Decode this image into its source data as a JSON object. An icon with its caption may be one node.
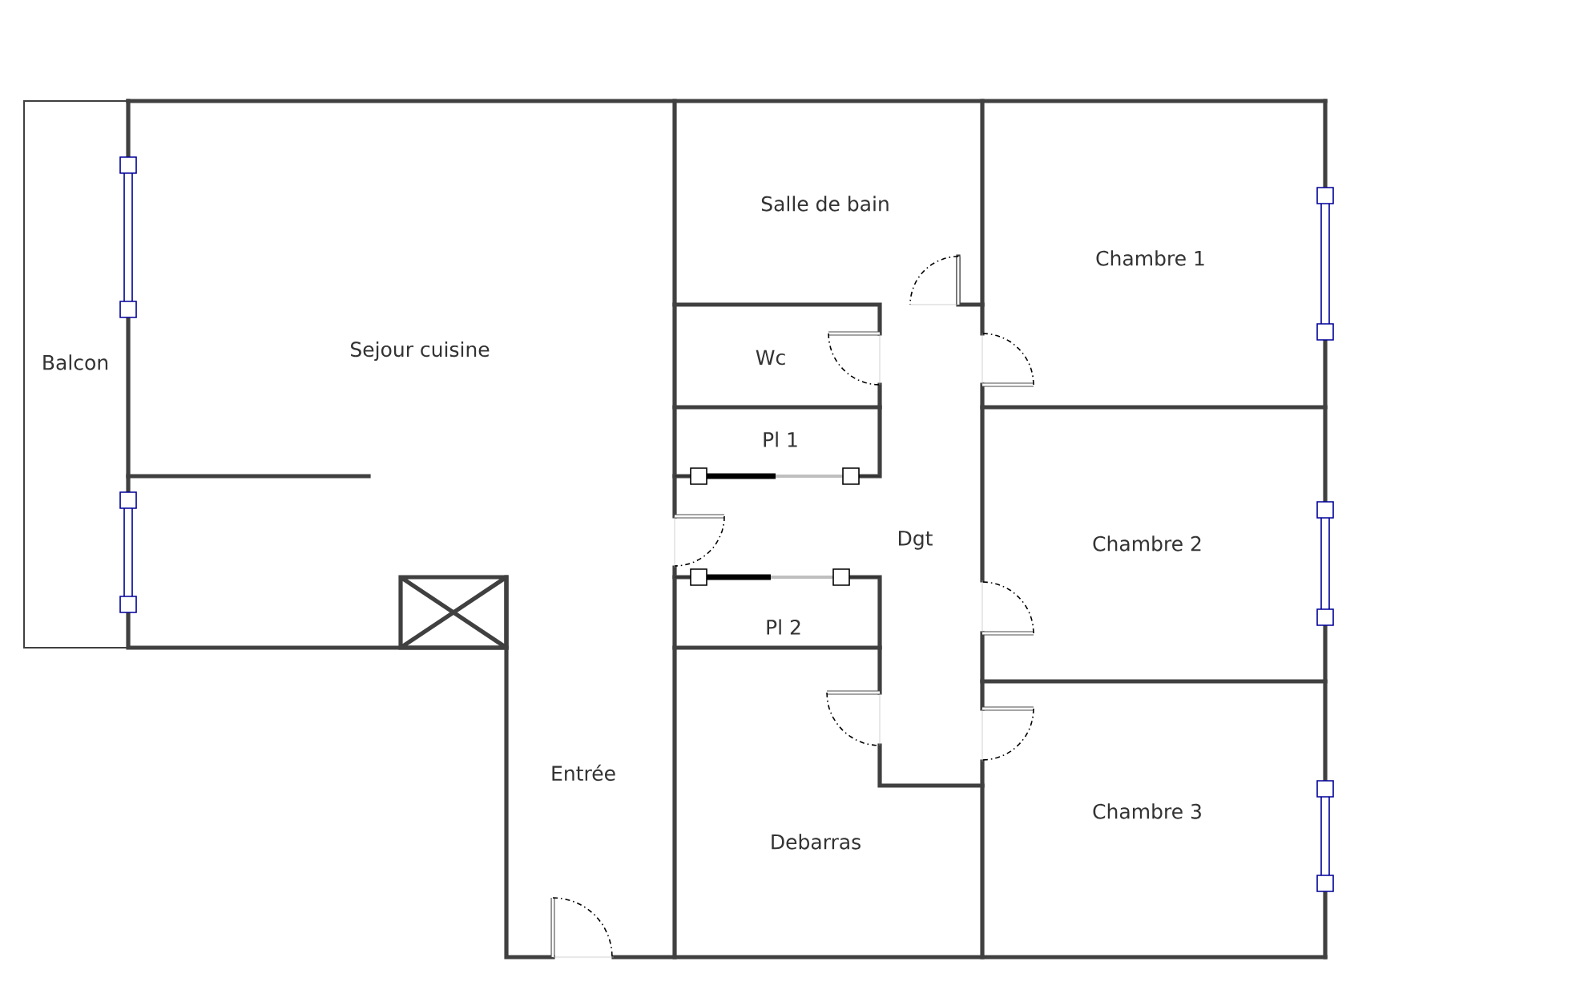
{
  "diagram": {
    "nodes": [
      {
        "text": [
          "Salle de bain"
        ]
      },
      {
        "text": [
          "Chambre 1"
        ]
      },
      {
        "text": [
          "Sejour cuisine"
        ]
      },
      {
        "text": [
          "Wc"
        ]
      },
      {
        "text": [
          "Balcon"
        ]
      },
      {
        "text": [
          "Pl 1"
        ]
      },
      {
        "text": [
          "Dgt"
        ]
      },
      {
        "text": [
          "Chambre 2"
        ]
      },
      {
        "text": [
          "Pl 2"
        ]
      },
      {
        "text": [
          "Entrée"
        ]
      },
      {
        "text": [
          "Chambre 3"
        ]
      },
      {
        "text": [
          "Debarras"
        ]
      }
    ]
  }
}
